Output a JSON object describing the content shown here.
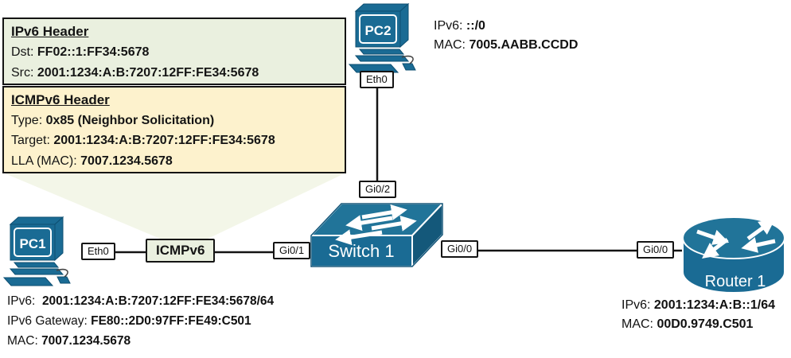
{
  "callouts": {
    "ipv6_header": {
      "title": "IPv6 Header",
      "fields": [
        {
          "label": "Dst: ",
          "value": "FF02::1:FF34:5678"
        },
        {
          "label": "Src: ",
          "value": "2001:1234:A:B:7207:12FF:FE34:5678"
        }
      ]
    },
    "icmpv6_header": {
      "title": "ICMPv6 Header",
      "fields": [
        {
          "label": "Type: ",
          "value": "0x85 (Neighbor Solicitation)"
        },
        {
          "label": "Target: ",
          "value": "2001:1234:A:B:7207:12FF:FE34:5678"
        },
        {
          "label": "LLA (MAC): ",
          "value": "7007.1234.5678"
        }
      ]
    }
  },
  "devices": {
    "pc1": {
      "name": "PC1",
      "port": "Eth0",
      "info": [
        {
          "label": "IPv6:  ",
          "value": "2001:1234:A:B:7207:12FF:FE34:5678/64"
        },
        {
          "label": "IPv6 Gateway: ",
          "value": "FE80::2D0:97FF:FE49:C501"
        },
        {
          "label": "MAC: ",
          "value": "7007.1234.5678"
        }
      ]
    },
    "pc2": {
      "name": "PC2",
      "port": "Eth0",
      "info": [
        {
          "label": "IPv6: ",
          "value": "::/0"
        },
        {
          "label": "MAC: ",
          "value": "7005.AABB.CCDD"
        }
      ]
    },
    "switch1": {
      "name": "Switch 1",
      "port_left": "Gi0/1",
      "port_top": "Gi0/2",
      "port_right": "Gi0/0"
    },
    "router1": {
      "name": "Router 1",
      "port": "Gi0/0",
      "info": [
        {
          "label": "IPv6: ",
          "value": "2001:1234:A:B::1/64"
        },
        {
          "label": "MAC: ",
          "value": "00D0.9749.C501"
        }
      ]
    }
  },
  "link_label": "ICMPv6",
  "colors": {
    "device_blue": "#1a6b94",
    "device_blue_dark": "#14587a",
    "ipv6_box_bg": "#eaf0df",
    "icmpv6_box_bg": "#fdf2cd",
    "funnel_bg": "#f3f6e8",
    "link_line": "#141414"
  }
}
